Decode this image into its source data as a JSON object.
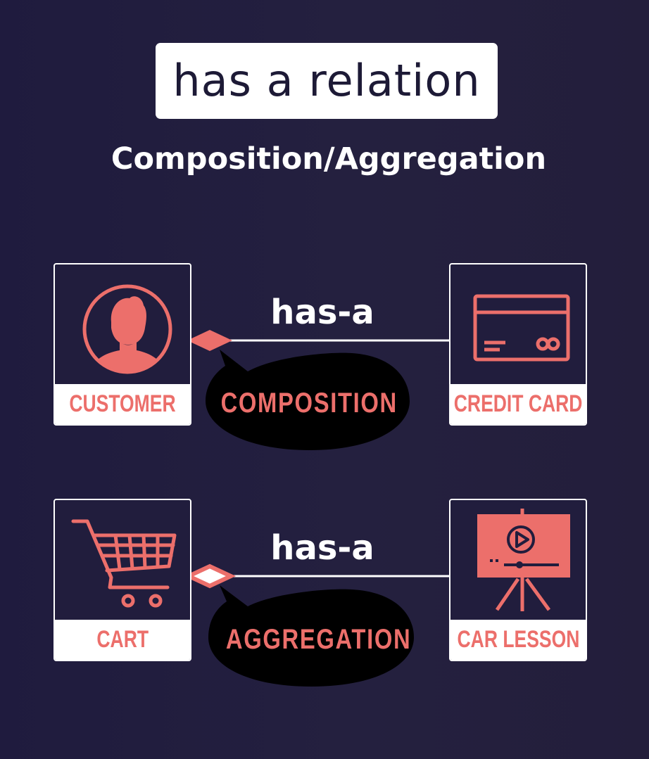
{
  "title": "has a relation",
  "subtitle": "Composition/Aggregation",
  "colors": {
    "background": "#221e3e",
    "accent": "#ec6f6b",
    "card_label_bg": "#ffffff",
    "bubble": "#000000"
  },
  "rows": [
    {
      "left": {
        "label": "CUSTOMER",
        "icon": "user-avatar-icon"
      },
      "right": {
        "label": "CREDIT CARD",
        "icon": "credit-card-icon"
      },
      "relation_label": "has-a",
      "relation_type": "COMPOSITION",
      "diamond": "filled"
    },
    {
      "left": {
        "label": "CART",
        "icon": "shopping-cart-icon"
      },
      "right": {
        "label": "CAR LESSON",
        "icon": "video-presentation-icon"
      },
      "relation_label": "has-a",
      "relation_type": "AGGREGATION",
      "diamond": "hollow"
    }
  ]
}
